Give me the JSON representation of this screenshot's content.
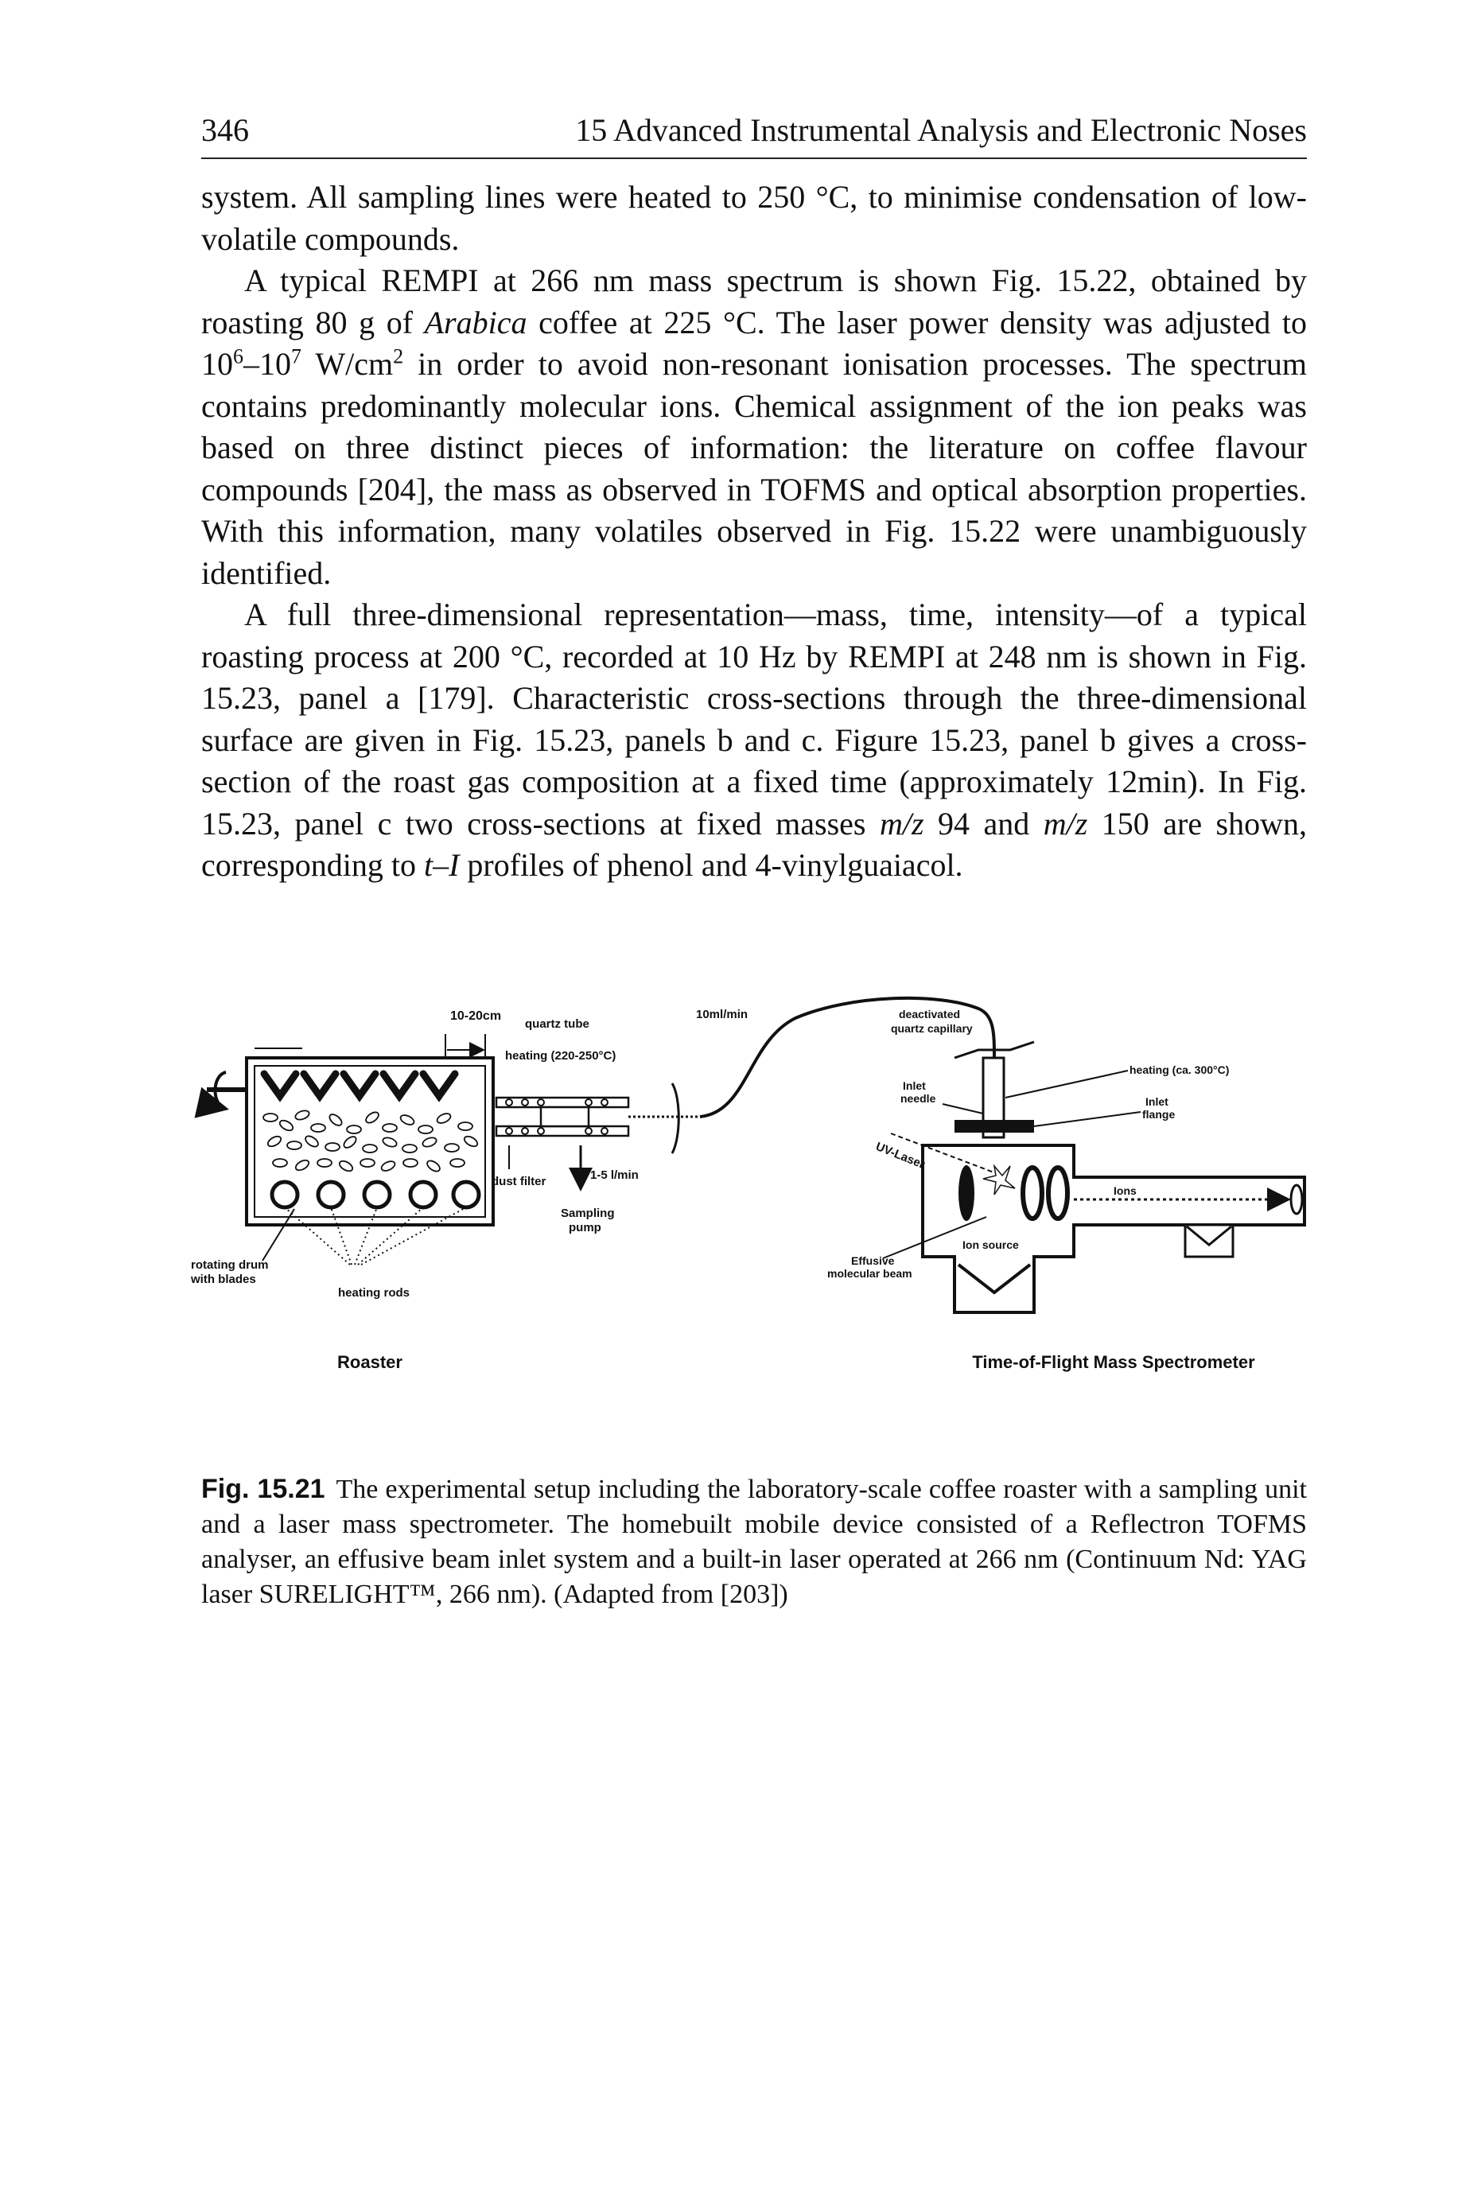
{
  "header": {
    "page_number": "346",
    "running_title": "15 Advanced Instrumental Analysis and Electronic Noses"
  },
  "paragraphs": [
    {
      "id": "p1",
      "indent": false,
      "segments": [
        {
          "t": "system. All sampling lines were heated to 250 °C, to minimise condensation of low-volatile compounds."
        }
      ]
    },
    {
      "id": "p2",
      "indent": true,
      "segments": [
        {
          "t": "A typical REMPI at 266 nm mass spectrum is shown Fig. 15.22, obtained by roasting 80 g of "
        },
        {
          "t": "Arabica",
          "s": "i"
        },
        {
          "t": " coffee at 225 °C. The laser power density was adjusted to 10"
        },
        {
          "t": "6",
          "s": "sup"
        },
        {
          "t": "–10"
        },
        {
          "t": "7",
          "s": "sup"
        },
        {
          "t": " W/cm"
        },
        {
          "t": "2",
          "s": "sup"
        },
        {
          "t": " in order to avoid non-resonant ionisation processes. The spectrum contains predominantly molecular ions. Chemical assignment of the ion peaks was based on three distinct pieces of information: the literature on coffee flavour compounds [204], the mass as observed in TOFMS and optical absorption properties. With this information, many volatiles observed in Fig. 15.22 were unambiguously identified."
        }
      ]
    },
    {
      "id": "p3",
      "indent": true,
      "segments": [
        {
          "t": "A full three-dimensional representation—mass, time, intensity—of a typical roasting process at 200 °C, recorded at 10 Hz by REMPI at 248 nm is shown in Fig. 15.23, panel a [179]. Characteristic cross-sections through the three-dimensional surface are given in Fig. 15.23, panels b and c. Figure 15.23, panel b gives a cross-section of the roast gas composition at a fixed time (approximately 12min). In Fig. 15.23, panel c two cross-sections at fixed masses "
        },
        {
          "t": "m/z",
          "s": "i"
        },
        {
          "t": " 94 and "
        },
        {
          "t": "m/z",
          "s": "i"
        },
        {
          "t": " 150 are shown, corresponding to "
        },
        {
          "t": "t–I",
          "s": "i"
        },
        {
          "t": " profiles of phenol and 4-vinylguaiacol."
        }
      ]
    }
  ],
  "figure": {
    "labels": {
      "width_dim": "10-20cm",
      "quartz_tube": "quartz tube",
      "heating_tube": "heating (220-250°C)",
      "dust_filter": "dust filter",
      "rotating_drum": "rotating drum",
      "with_blades": "with blades",
      "heating_rods": "heating rods",
      "flow_rate": "1-5 l/min",
      "sampling": "Sampling",
      "pump": "pump",
      "flow_10": "10ml/min",
      "deactivated": "deactivated",
      "quartz_capillary": "quartz capillary",
      "inlet": "Inlet",
      "needle": "needle",
      "heating_inlet": "heating (ca. 300°C)",
      "inlet2": "Inlet",
      "flange": "flange",
      "uv_laser": "UV-Laser",
      "ions": "Ions",
      "ion_source": "Ion source",
      "effusive": "Effusive",
      "molecular_beam": "molecular beam"
    },
    "panel_titles": {
      "roaster": "Roaster",
      "tof": "Time-of-Flight Mass Spectrometer"
    }
  },
  "caption": {
    "label": "Fig. 15.21",
    "text": "The experimental setup including the laboratory-scale coffee roaster with a sampling unit and a laser mass spectrometer. The homebuilt mobile device consisted of a Reflectron TOFMS analyser, an effusive beam inlet system and a built-in laser operated at 266 nm (Continuum Nd: YAG laser SURELIGHT™, 266 nm). (Adapted from [203])"
  }
}
